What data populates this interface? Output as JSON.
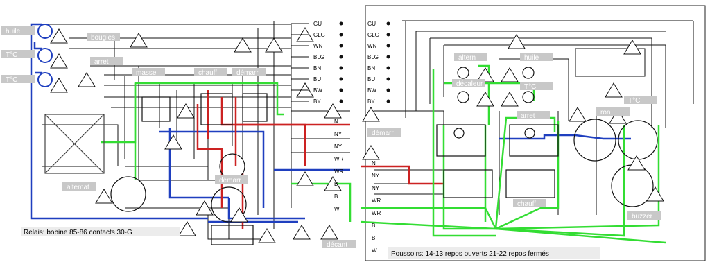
{
  "tags": [
    "huile",
    "T°C",
    "T°C",
    "bougies",
    "arret",
    "masse",
    "chauff",
    "démarr",
    "altemat",
    "démarr",
    "démarr",
    "altern",
    "huile",
    "décaleur",
    "T°C",
    "arret",
    "ron",
    "T°C",
    "chauff",
    "buzzer",
    "décant"
  ],
  "notes": {
    "relais": "Relais: bobine 85-86  contacts 30-G",
    "poussoirs": "Poussoirs: 14-13 repos ouverts    21-22 repos fermés"
  },
  "connector_rows": [
    {
      "left": "GU",
      "right": "GU"
    },
    {
      "left": "GLG",
      "right": "GLG"
    },
    {
      "left": "WN",
      "right": "WN"
    },
    {
      "left": "BLG",
      "right": "BLG"
    },
    {
      "left": "BN",
      "right": "BN"
    },
    {
      "left": "BU",
      "right": "BU"
    },
    {
      "left": "BW",
      "right": "BW"
    },
    {
      "left": "BY",
      "right": "BY"
    }
  ],
  "mid_rows": [
    "N",
    "NY",
    "NY",
    "WR",
    "WR",
    "B",
    "B",
    "W"
  ],
  "colors": {
    "red": "#cc2222",
    "blue": "#1f3fbf",
    "green": "#33dd33",
    "line": "#111111",
    "tag": "#c8c8c8"
  }
}
